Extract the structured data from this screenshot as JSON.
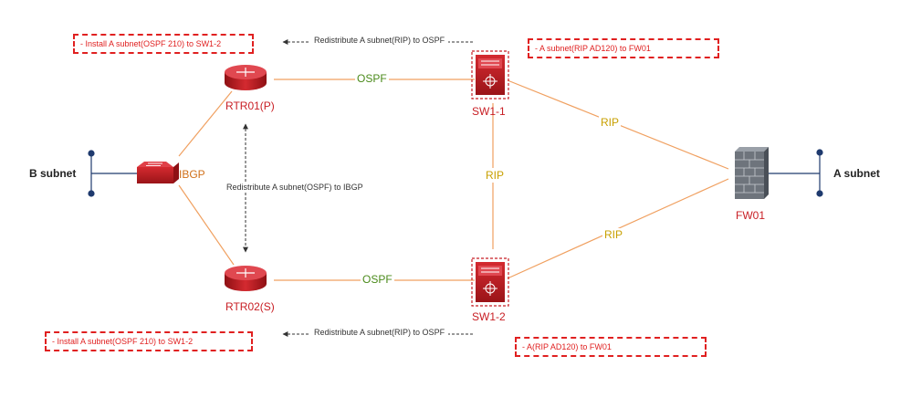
{
  "diagram": {
    "nodes": {
      "rtr01": "RTR01(P)",
      "rtr02": "RTR02(S)",
      "sw1_1": "SW1-1",
      "sw1_2": "SW1-2",
      "fw01": "FW01"
    },
    "subnets": {
      "b": "B subnet",
      "a": "A subnet"
    },
    "links": {
      "ibgp": "IBGP",
      "ospf_top": "OSPF",
      "ospf_bottom": "OSPF",
      "rip_vertical": "RIP",
      "rip_sw1_fw": "RIP",
      "rip_sw2_fw": "RIP"
    },
    "annotations": {
      "install_top": "- Install A subnet(OSPF 210) to SW1-2",
      "install_bottom": "- Install A subnet(OSPF 210) to SW1-2",
      "redistribute_top": "Redistribute A subnet(RIP) to OSPF",
      "redistribute_bottom": "Redistribute A subnet(RIP) to OSPF",
      "redistribute_ibgp": "Redistribute A subnet(OSPF) to IBGP",
      "ad_top": "- A subnet(RIP AD120) to FW01",
      "ad_bottom": "- A(RIP AD120) to FW01"
    },
    "colors": {
      "device_red": "#c81e24",
      "link_orange": "#f0a060",
      "ospf_green": "#4a8a1a",
      "rip_gold": "#c8a000",
      "ibgp_orange": "#d0701a",
      "note_red": "#e02020",
      "endpoint_blue": "#1f3a6e"
    }
  }
}
